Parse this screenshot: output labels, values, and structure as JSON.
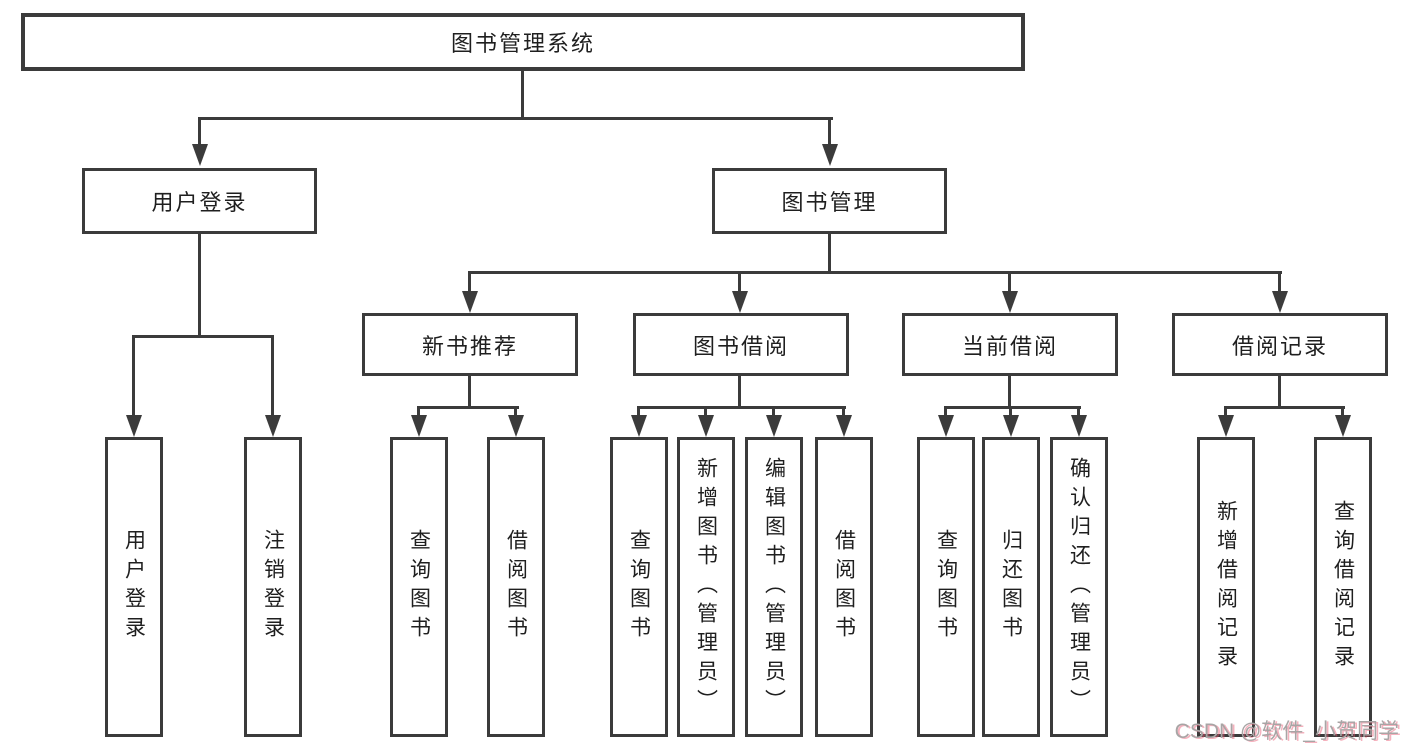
{
  "diagram_title": "图书管理系统",
  "tree": {
    "root": {
      "label": "图书管理系统",
      "children": [
        {
          "label": "用户登录",
          "children": [
            {
              "label": "用户登录"
            },
            {
              "label": "注销登录"
            }
          ]
        },
        {
          "label": "图书管理",
          "children": [
            {
              "label": "新书推荐",
              "children": [
                {
                  "label": "查询图书"
                },
                {
                  "label": "借阅图书"
                }
              ]
            },
            {
              "label": "图书借阅",
              "children": [
                {
                  "label": "查询图书"
                },
                {
                  "label": "新增图书（管理员）"
                },
                {
                  "label": "编辑图书（管理员）"
                },
                {
                  "label": "借阅图书"
                }
              ]
            },
            {
              "label": "当前借阅",
              "children": [
                {
                  "label": "查询图书"
                },
                {
                  "label": "归还图书"
                },
                {
                  "label": "确认归还（管理员）"
                }
              ]
            },
            {
              "label": "借阅记录",
              "children": [
                {
                  "label": "新增借阅记录"
                },
                {
                  "label": "查询借阅记录"
                }
              ]
            }
          ]
        }
      ]
    }
  },
  "watermark": {
    "text": "CSDN @软件_小贺同学"
  },
  "icons": {
    "arrow_down": "▼"
  },
  "colors": {
    "line": "#3b3b3b",
    "box_border": "#3b3b3b",
    "box_background": "#ffffff",
    "text": "#1f1f1f",
    "page_background": "#ffffff",
    "watermark_gray": "#a8a5a5",
    "watermark_pink": "#e9536d"
  }
}
